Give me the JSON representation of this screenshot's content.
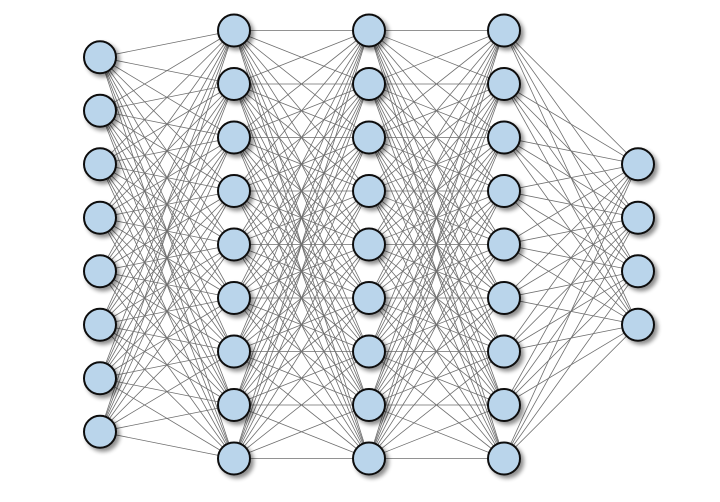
{
  "diagram": {
    "layers": [
      {
        "nodes": 8
      },
      {
        "nodes": 9
      },
      {
        "nodes": 9
      },
      {
        "nodes": 9
      },
      {
        "nodes": 4
      }
    ],
    "connections": "fully-connected",
    "colors": {
      "node_fill": "#bad5eb",
      "node_stroke": "#111111",
      "edge": "#6e6e6e",
      "shadow": "#9a9a9a",
      "background": "#ffffff"
    }
  }
}
